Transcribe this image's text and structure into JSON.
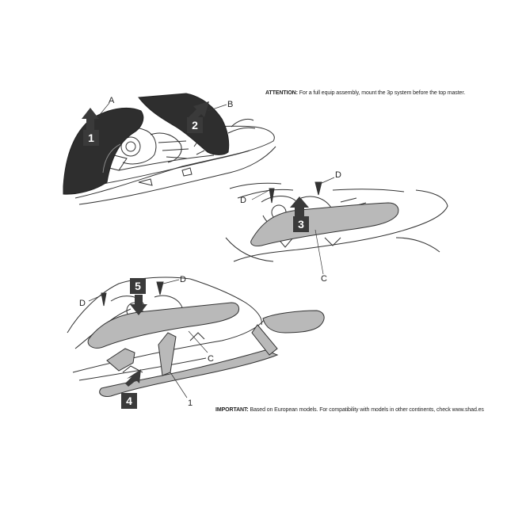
{
  "notes": {
    "attention_label": "ATTENTION:",
    "attention_text": "For a full equip assembly, mount the 3p system before the top master.",
    "important_label": "IMPORTANT:",
    "important_text": "Based on European models. For compatibility with models in other continents, check www.shad.es"
  },
  "steps": [
    "1",
    "2",
    "3",
    "4",
    "5"
  ],
  "part_labels": {
    "a": "A",
    "b": "B",
    "c": "C",
    "d": "D",
    "one": "1"
  },
  "colors": {
    "line": "#333333",
    "dark_panel": "#2e2e2e",
    "bracket_fill": "#b9b9b9",
    "step_box": "#3a3a3a"
  }
}
